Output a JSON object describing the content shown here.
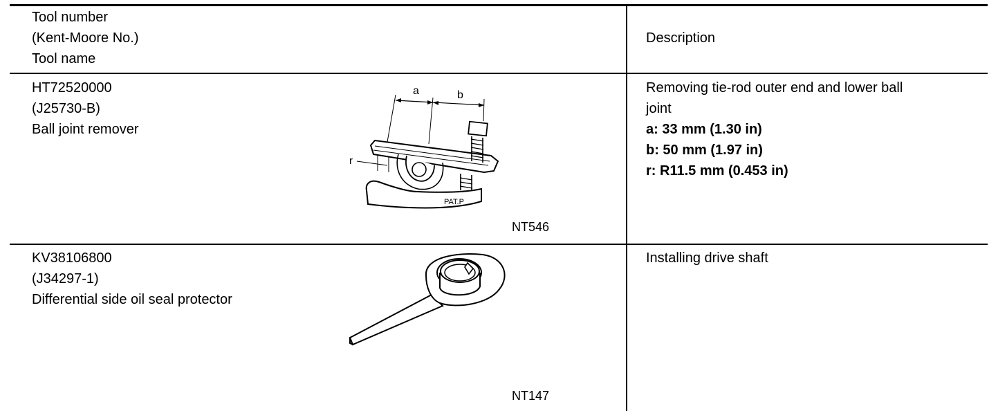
{
  "table": {
    "header": {
      "tool_lines": [
        "Tool number",
        "(Kent-Moore No.)",
        "Tool name"
      ],
      "description": "Description"
    },
    "rows": [
      {
        "tool_number": "HT72520000",
        "kent_moore": "(J25730-B)",
        "tool_name": "Ball joint remover",
        "figure": {
          "code": "NT546",
          "labels": {
            "a": "a",
            "b": "b",
            "r": "r",
            "stamp": "PAT.P"
          }
        },
        "description": {
          "text_lines": [
            "Removing tie-rod outer end and lower ball",
            "joint"
          ],
          "spec_lines": [
            "a: 33 mm (1.30 in)",
            "b: 50 mm (1.97 in)",
            "r: R11.5 mm (0.453 in)"
          ]
        }
      },
      {
        "tool_number": "KV38106800",
        "kent_moore": "(J34297-1)",
        "tool_name": "Differential side oil seal protector",
        "figure": {
          "code": "NT147"
        },
        "description": {
          "text_lines": [
            "Installing drive shaft"
          ],
          "spec_lines": []
        }
      }
    ]
  }
}
